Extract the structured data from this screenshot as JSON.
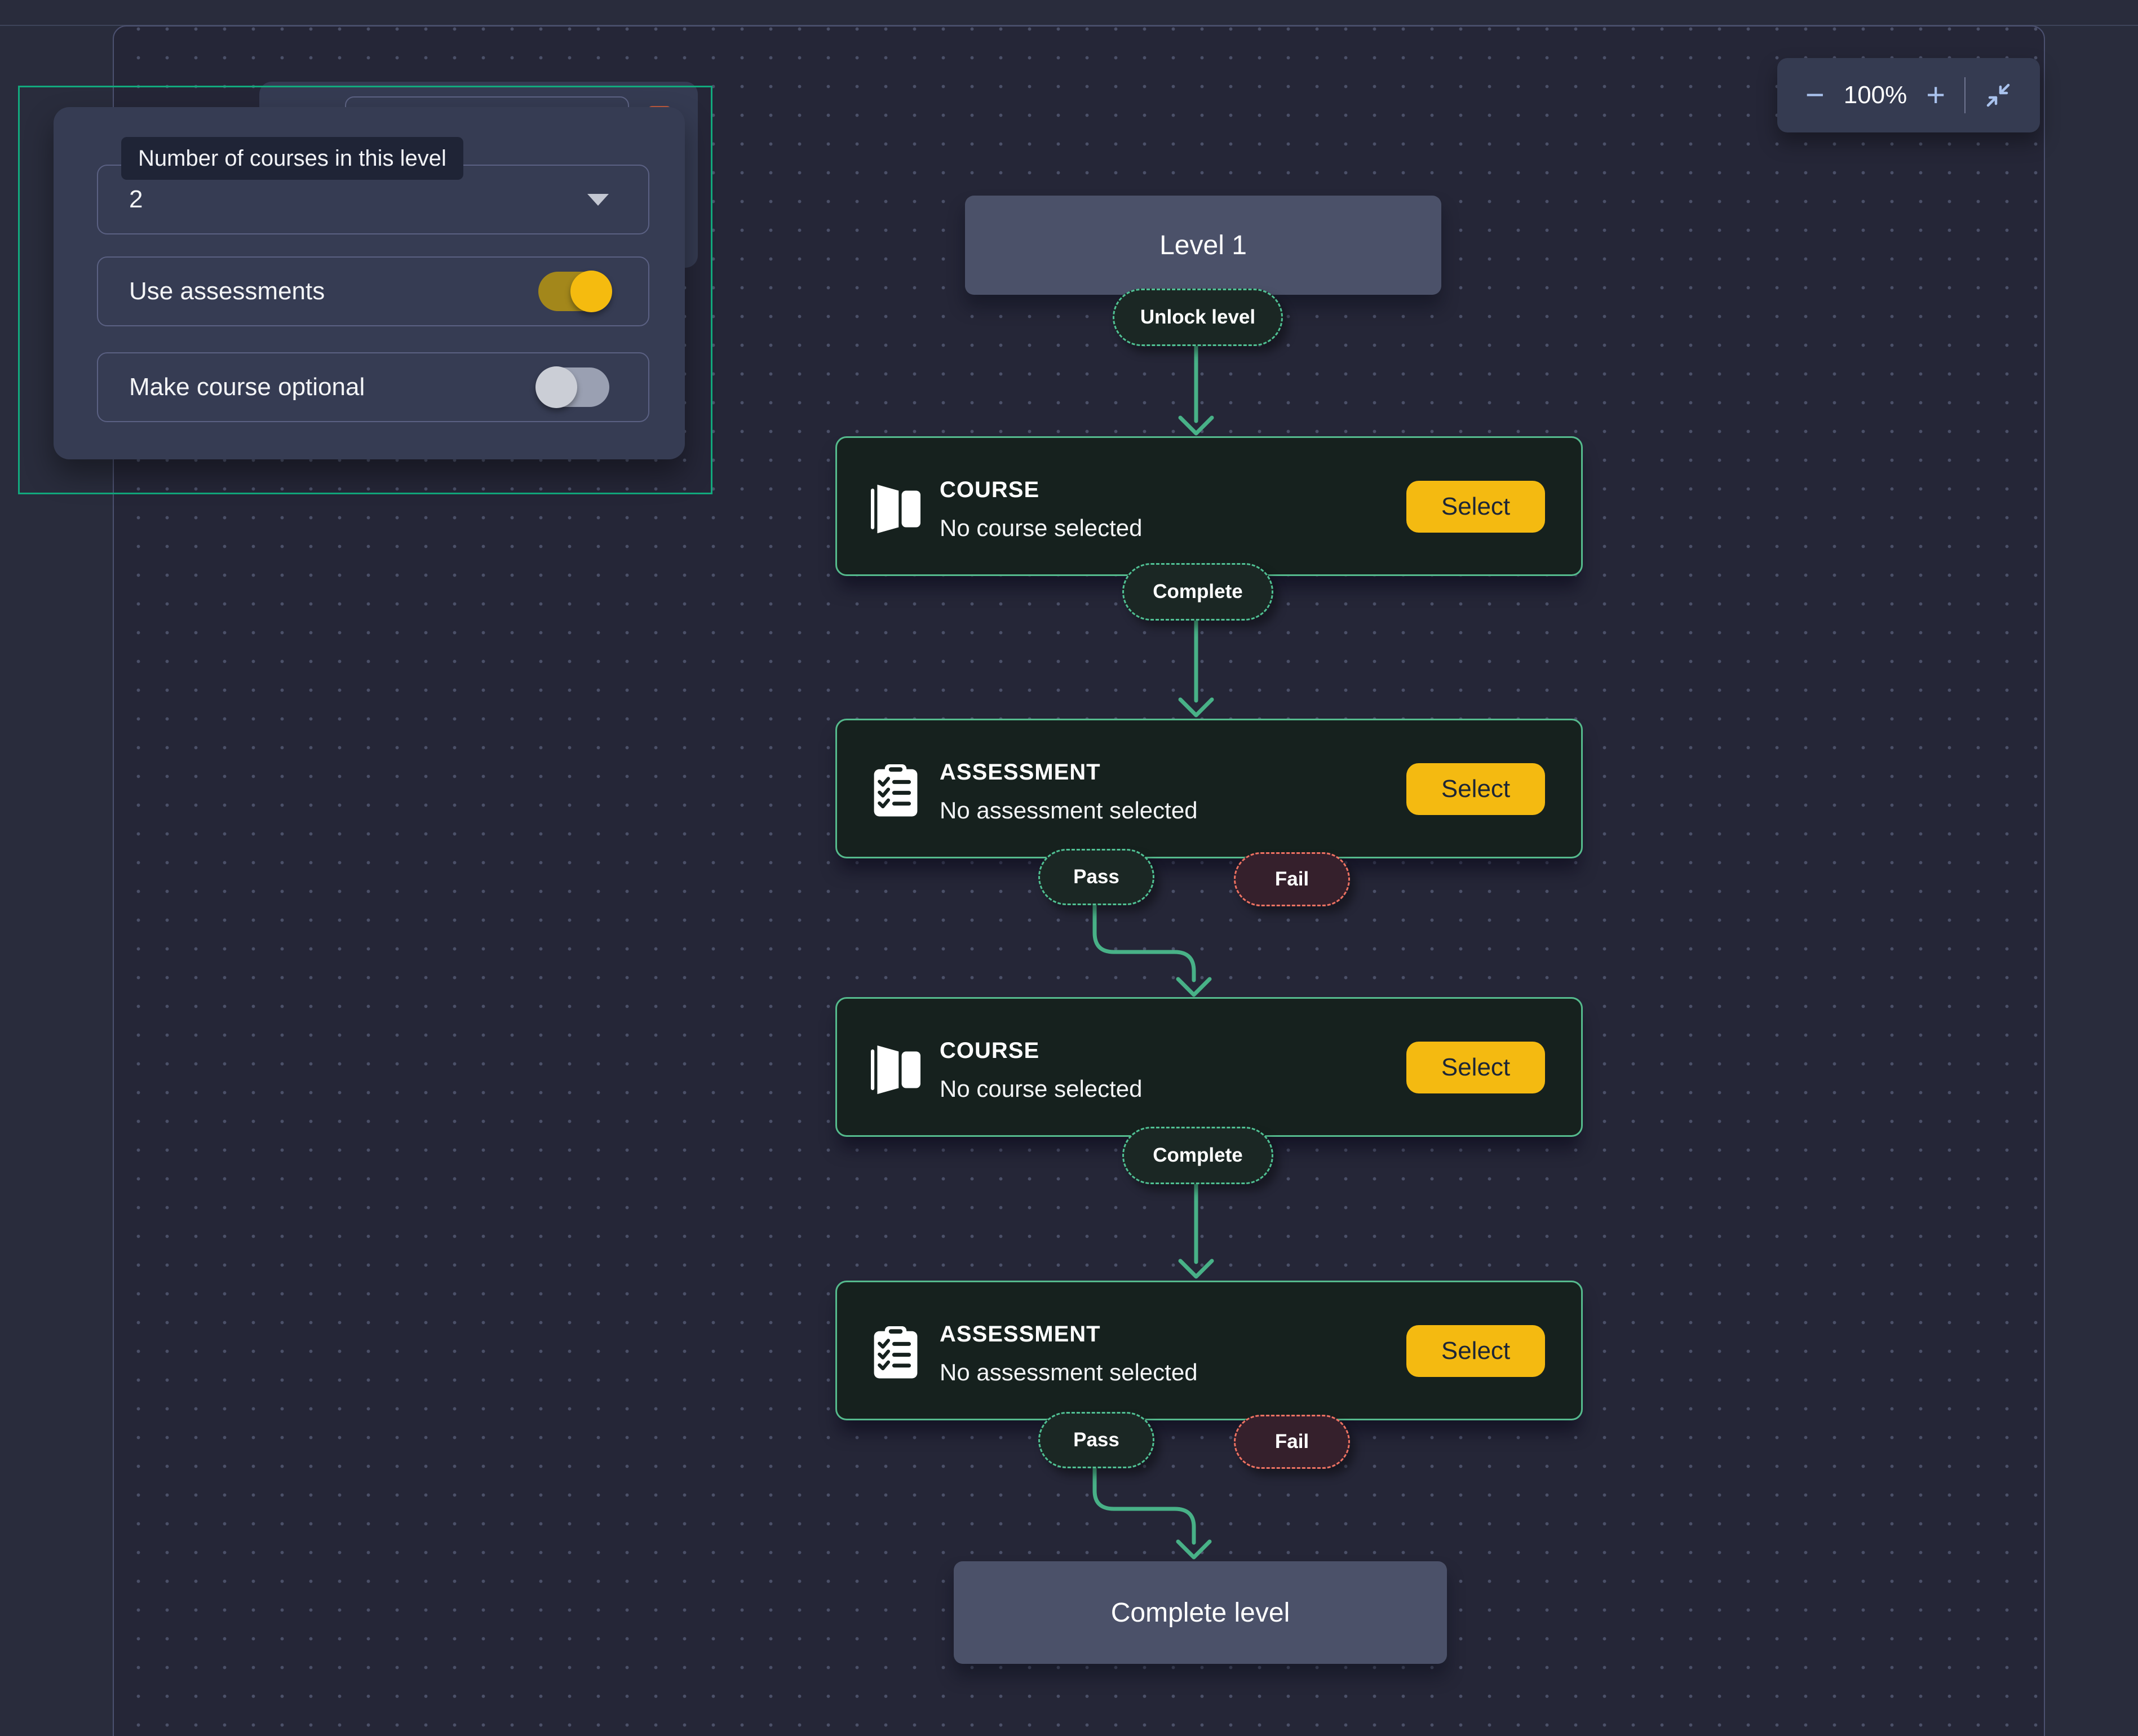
{
  "config_panel": {
    "tooltip_label": "Number of courses in this level",
    "dropdown_value": "2",
    "toggles": [
      {
        "label": "Use assessments",
        "on": true
      },
      {
        "label": "Make course optional",
        "on": false
      }
    ]
  },
  "zoom_toolbar": {
    "minus_label": "−",
    "zoom_value": "100%",
    "plus_label": "+"
  },
  "flow": {
    "level_start_label": "Level 1",
    "level_end_label": "Complete level",
    "badges": {
      "unlock": "Unlock level",
      "complete": "Complete",
      "pass": "Pass",
      "fail": "Fail"
    },
    "nodes": [
      {
        "type": "COURSE",
        "subtitle": "No course selected",
        "button_label": "Select",
        "icon": "book-icon"
      },
      {
        "type": "ASSESSMENT",
        "subtitle": "No assessment selected",
        "button_label": "Select",
        "icon": "clipboard-checklist-icon"
      },
      {
        "type": "COURSE",
        "subtitle": "No course selected",
        "button_label": "Select",
        "icon": "book-icon"
      },
      {
        "type": "ASSESSMENT",
        "subtitle": "No assessment selected",
        "button_label": "Select",
        "icon": "clipboard-checklist-icon"
      }
    ]
  },
  "colors": {
    "canvas_bg": "#252637",
    "node_card_bg": "#16211e",
    "node_border_teal": "#55ba8d",
    "connector_teal": "#48b187",
    "selection_teal": "#12a97d",
    "accent_yellow": "#f4ba11",
    "fail_red": "#ee7262",
    "level_box_gray": "#4b5169",
    "panel_bg": "#363c53",
    "toggle_on_track": "#a3871b",
    "toggle_off_track": "#9aa0b2",
    "zoom_icon_blue": "#a9c2ed"
  }
}
